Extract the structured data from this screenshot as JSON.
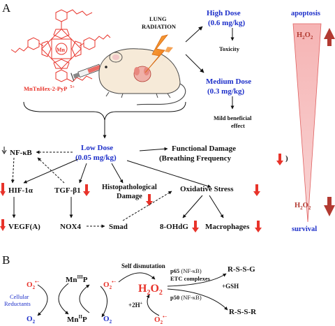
{
  "panel_a_label": "A",
  "panel_b_label": "B",
  "drug_name": "MnTnHex-2-PyP",
  "drug_charge": "5+",
  "mn_label": "Mn",
  "lung_radiation": [
    "LUNG",
    "RADIATION"
  ],
  "high_dose": {
    "title": "High Dose",
    "amount": "(0.6 mg/kg)",
    "effect": "Toxicity"
  },
  "medium_dose": {
    "title": "Medium Dose",
    "amount": "(0.3 mg/kg)",
    "effect": [
      "Mild beneficial",
      "effect"
    ]
  },
  "low_dose": {
    "title": "Low Dose",
    "amount": "(0.05 mg/kg)"
  },
  "functional_damage": [
    "Functional Damage",
    "(Breathing Frequency"
  ],
  "functional_damage_close": ")",
  "histopathological_damage": [
    "Histopathological",
    "Damage"
  ],
  "oxidative_stress": "Oxidative Stress",
  "nfkb": "NF-κB",
  "hif1a": "HIF-1α",
  "tgfb1": "TGF-β1",
  "vegf": "VEGF(A)",
  "nox4": "NOX4",
  "smad": "Smad",
  "ohdg": "8-OHdG",
  "macrophages": "Macrophages",
  "apoptosis": "apoptosis",
  "survival": "survival",
  "h2o2": {
    "main": "H",
    "sub1": "2",
    "mid": "O",
    "sub2": "2"
  },
  "panel_b": {
    "self_dismutation": "Self dismutation",
    "o2_sup": "•−",
    "mn3p": {
      "base": "Mn",
      "sup": "III",
      "tail": "P"
    },
    "mn2p": {
      "base": "Mn",
      "sup": "II",
      "tail": "P"
    },
    "cellular_reductants": [
      "Cellular",
      "Reductants"
    ],
    "o2": "O",
    "two": "2",
    "plus_2h": "+2H",
    "plus_sup": "+",
    "p65": "p65",
    "p65_paren": " (NF-κB)",
    "etc": "ETC complexes",
    "p50": "p50",
    "p50_paren": " (NF-κB)",
    "gsh": "+GSH",
    "rssg": "R-S-S-G",
    "rssr": "R-S-S-R"
  },
  "colors": {
    "red": "#e8332a",
    "blue": "#1d2fc9",
    "navy": "#1b1b8f",
    "dark_red": "#b23a31",
    "orange": "#f28a1d",
    "cone": "#f3a0a0"
  }
}
